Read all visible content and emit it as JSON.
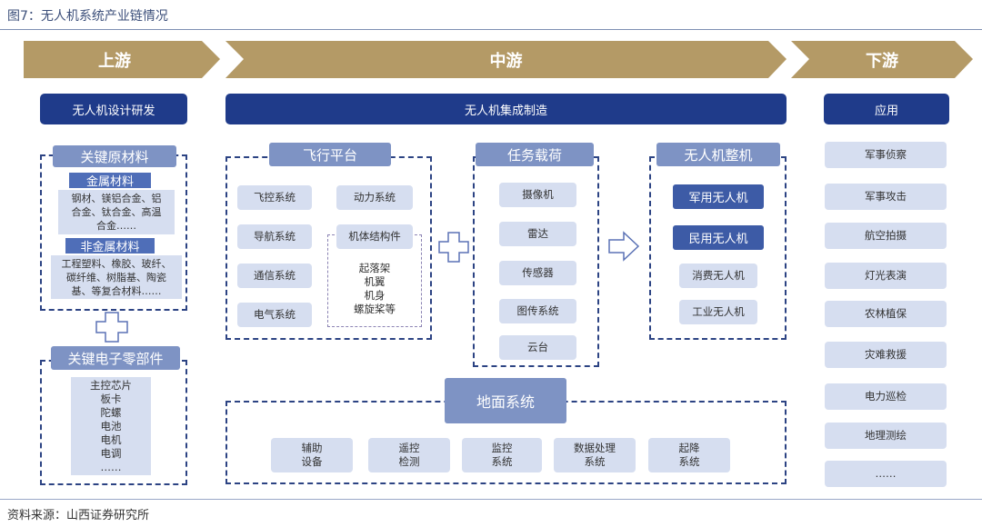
{
  "title": "图7：无人机系统产业链情况",
  "stages": {
    "upstream": "上游",
    "midstream": "中游",
    "downstream": "下游"
  },
  "upstream": {
    "design": "无人机设计研发",
    "materials_head": "关键原材料",
    "metal_head": "金属材料",
    "metal_items": [
      "钢材、镁铝合金、铝",
      "合金、钛合金、高温",
      "合金……"
    ],
    "nonmetal_head": "非金属材料",
    "nonmetal_items": [
      "工程塑料、橡胶、玻纤、",
      "碳纤维、树脂基、陶瓷",
      "基、等复合材料……"
    ],
    "electronics_head": "关键电子零部件",
    "electronics_items": [
      "主控芯片",
      "板卡",
      "陀螺",
      "电池",
      "电机",
      "电调",
      "……"
    ]
  },
  "midstream": {
    "integration": "无人机集成制造",
    "flight_head": "飞行平台",
    "flight_items": [
      "飞控系统",
      "导航系统",
      "通信系统",
      "电气系统"
    ],
    "power": "动力系统",
    "structure": "机体结构件",
    "structure_items": [
      "起落架",
      "机翼",
      "机身",
      "螺旋桨等"
    ],
    "payload_head": "任务载荷",
    "payload_items": [
      "摄像机",
      "雷达",
      "传感器",
      "图传系统",
      "云台"
    ],
    "whole_head": "无人机整机",
    "whole_main": [
      "军用无人机",
      "民用无人机"
    ],
    "whole_sub": [
      "消费无人机",
      "工业无人机"
    ],
    "ground_head": "地面系统",
    "ground_items": [
      [
        "辅助",
        "设备"
      ],
      [
        "遥控",
        "检测"
      ],
      [
        "监控",
        "系统"
      ],
      [
        "数据处理",
        "系统"
      ],
      [
        "起降",
        "系统"
      ]
    ]
  },
  "downstream": {
    "app_head": "应用",
    "apps": [
      "军事侦察",
      "军事攻击",
      "航空拍摄",
      "灯光表演",
      "农林植保",
      "灾难救援",
      "电力巡检",
      "地理测绘",
      "……"
    ]
  },
  "source": "资料来源：山西证券研究所",
  "colors": {
    "gold": "#b49a66",
    "navy": "#1f3b8a",
    "mid_blue": "#7e93c4",
    "light": "#d6def0"
  }
}
